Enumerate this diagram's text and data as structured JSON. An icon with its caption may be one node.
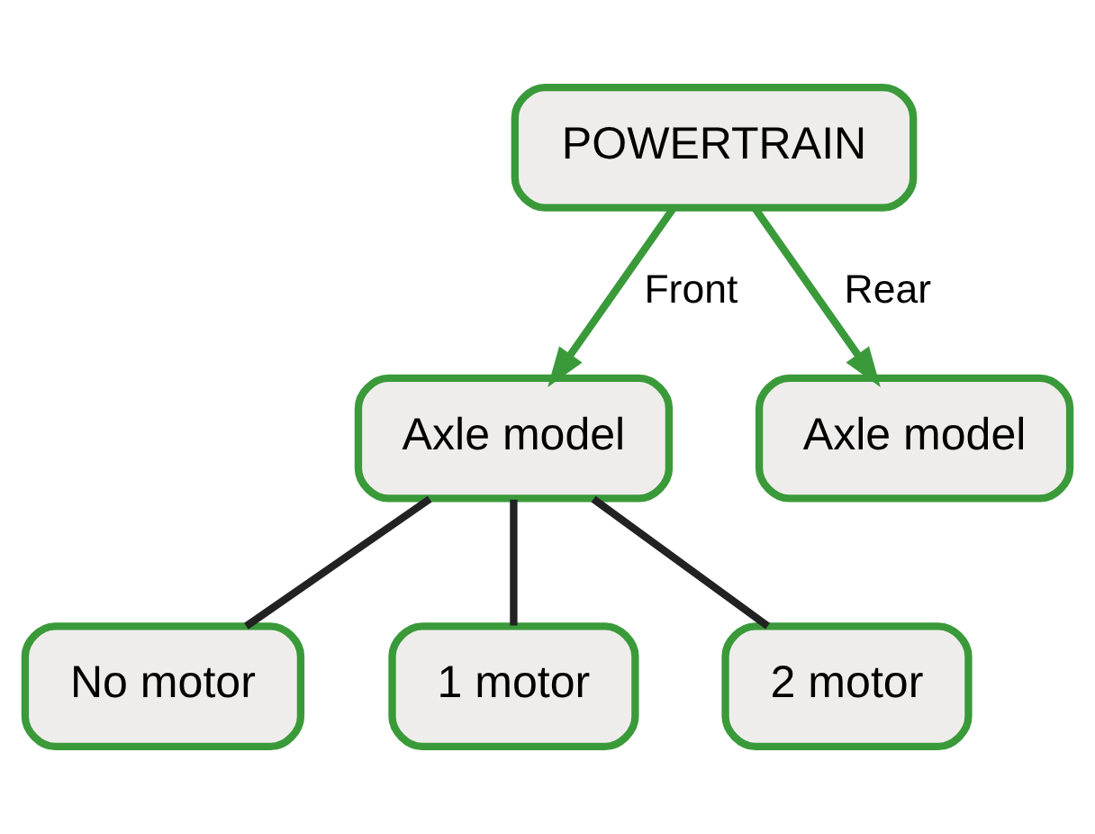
{
  "diagram": {
    "nodes": [
      {
        "text": [
          "POWERTRAIN"
        ]
      },
      {
        "text": [
          "Axle model"
        ]
      },
      {
        "text": [
          "Axle model"
        ]
      },
      {
        "text": [
          "No motor"
        ]
      },
      {
        "text": [
          "1 motor"
        ]
      },
      {
        "text": [
          "2 motor"
        ]
      }
    ],
    "edges": [
      {
        "from": 0,
        "to": 1,
        "arrow": "to",
        "label": "Front",
        "color": "#3a9a3a"
      },
      {
        "from": 0,
        "to": 2,
        "arrow": "to",
        "label": "Rear",
        "color": "#3a9a3a"
      },
      {
        "from": 1,
        "to": 3,
        "arrow": "none",
        "color": "#222222"
      },
      {
        "from": 1,
        "to": 4,
        "arrow": "none",
        "color": "#222222"
      },
      {
        "from": 1,
        "to": 5,
        "arrow": "none",
        "color": "#222222"
      }
    ]
  }
}
